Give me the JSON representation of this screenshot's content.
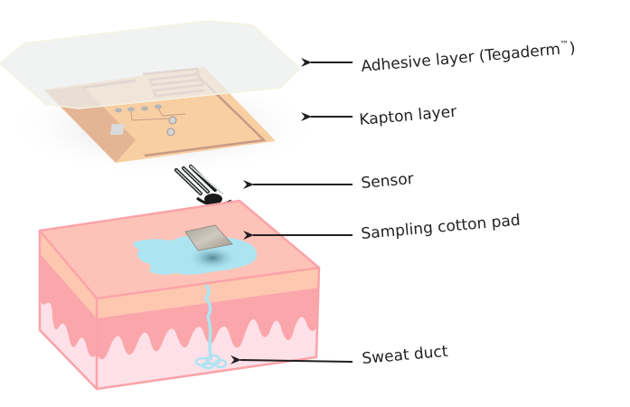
{
  "diagram": {
    "type": "exploded-layer-illustration",
    "subject": "Wearable sweat sensor patch on skin",
    "labels": [
      {
        "id": "adhesive",
        "text": "Adhesive layer (Tegaderm",
        "suffix": "™",
        "close": ")"
      },
      {
        "id": "kapton",
        "text": "Kapton layer"
      },
      {
        "id": "sensor",
        "text": "Sensor"
      },
      {
        "id": "pad",
        "text": "Sampling cotton pad"
      },
      {
        "id": "duct",
        "text": "Sweat duct"
      }
    ],
    "colors": {
      "adhesive_fill": "#eceeee",
      "adhesive_edge": "#f3efe4",
      "kapton_fill": "#f8cfa2",
      "kapton_trace": "#c89a86",
      "skin_top": "#fec3b8",
      "skin_border": "#fba3a8",
      "epidermis_band": "#fec8b0",
      "dermis_wave": "#fba6aa",
      "dermis_lower": "#fde0e8",
      "sweat": "#ade4f2",
      "sweat_shadow": "#5d8c9c",
      "cotton_pad": "#bdb6ad",
      "sensor_dark": "#1a1a1a",
      "arrow": "#231f20"
    }
  }
}
